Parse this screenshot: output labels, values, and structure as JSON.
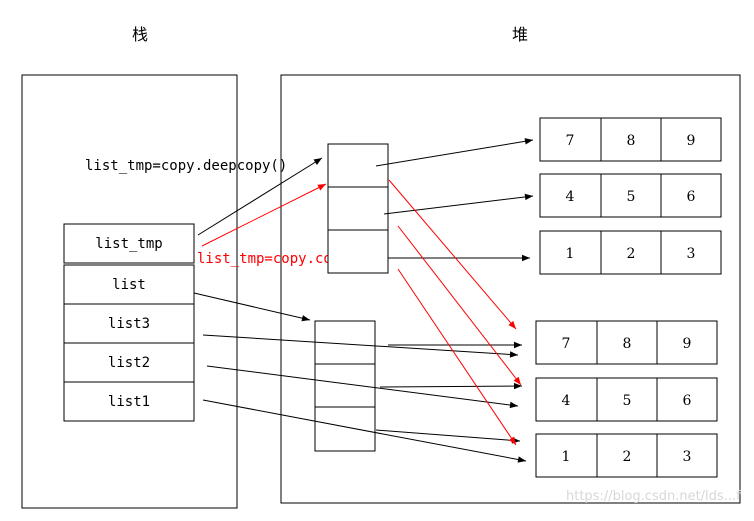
{
  "stack_title": "栈",
  "heap_title": "堆",
  "stack_vars": [
    "list_tmp",
    "list",
    "list3",
    "list2",
    "list1"
  ],
  "deepcopy_label": "list_tmp=copy.deepcopy()",
  "copy_label": "list_tmp=copy.copy()",
  "deep_rows": [
    [
      "7",
      "8",
      "9"
    ],
    [
      "4",
      "5",
      "6"
    ],
    [
      "1",
      "2",
      "3"
    ]
  ],
  "orig_rows": [
    [
      "7",
      "8",
      "9"
    ],
    [
      "4",
      "5",
      "6"
    ],
    [
      "1",
      "2",
      "3"
    ]
  ],
  "watermark": "https://blog.csdn.net/lds...f",
  "colors": {
    "stroke": "#000000",
    "shallow_copy": "#ff0000",
    "watermark": "#d8d8d8"
  }
}
